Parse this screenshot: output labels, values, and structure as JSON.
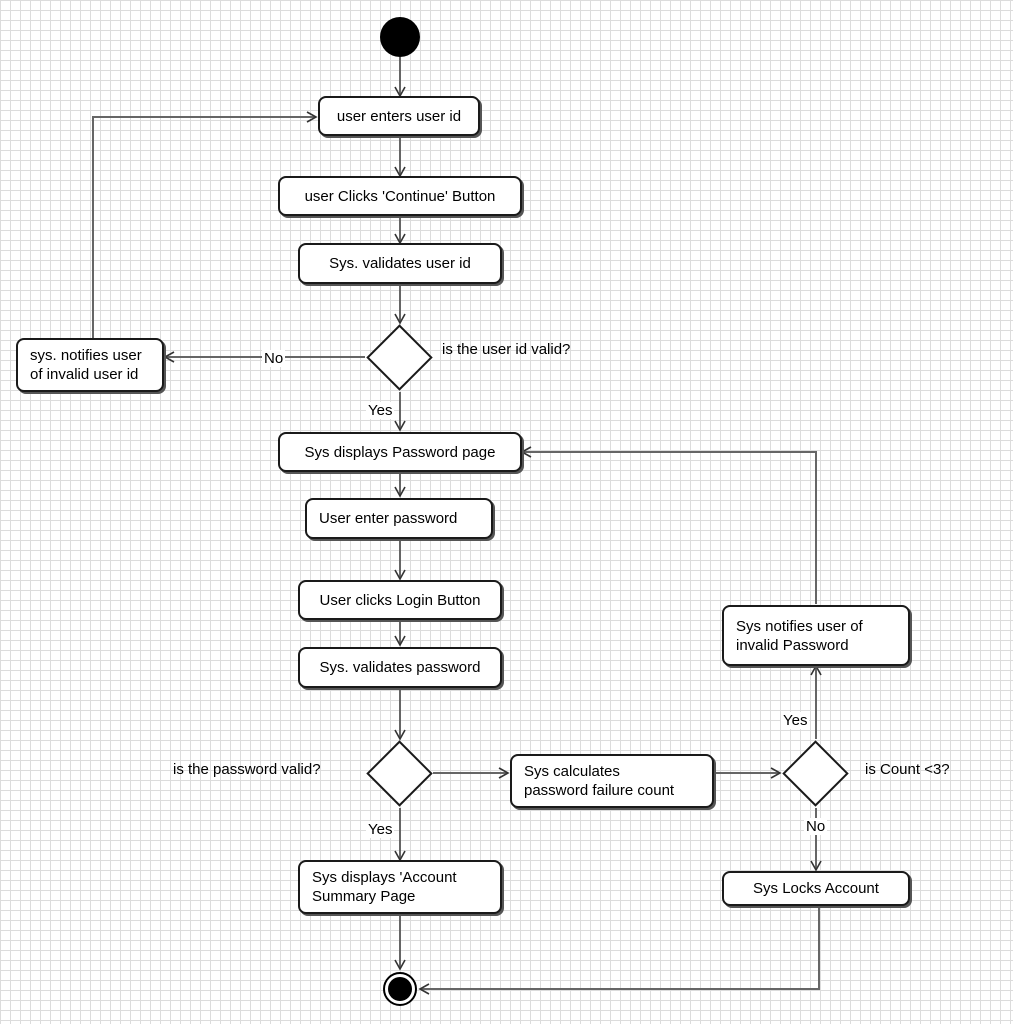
{
  "nodes": {
    "enter_user_id": "user enters user id",
    "click_continue": "user Clicks 'Continue' Button",
    "validate_user_id": "Sys. validates user id",
    "notify_invalid_user": "sys. notifies user\nof invalid user id",
    "display_password_page": "Sys displays Password page",
    "enter_password": "User enter password",
    "click_login": "User clicks Login Button",
    "validate_password": "Sys. validates password",
    "calc_failure_count": "Sys calculates\npassword failure count",
    "notify_invalid_password": "Sys notifies user of\ninvalid Password",
    "display_account_summary": "Sys displays 'Account\nSummary Page",
    "lock_account": "Sys Locks Account"
  },
  "decisions": {
    "user_id_valid": "is the user id valid?",
    "password_valid": "is the password valid?",
    "count_check": "is Count <3?"
  },
  "edge_labels": {
    "user_no": "No",
    "user_yes": "Yes",
    "pw_yes": "Yes",
    "count_yes": "Yes",
    "count_no": "No"
  }
}
